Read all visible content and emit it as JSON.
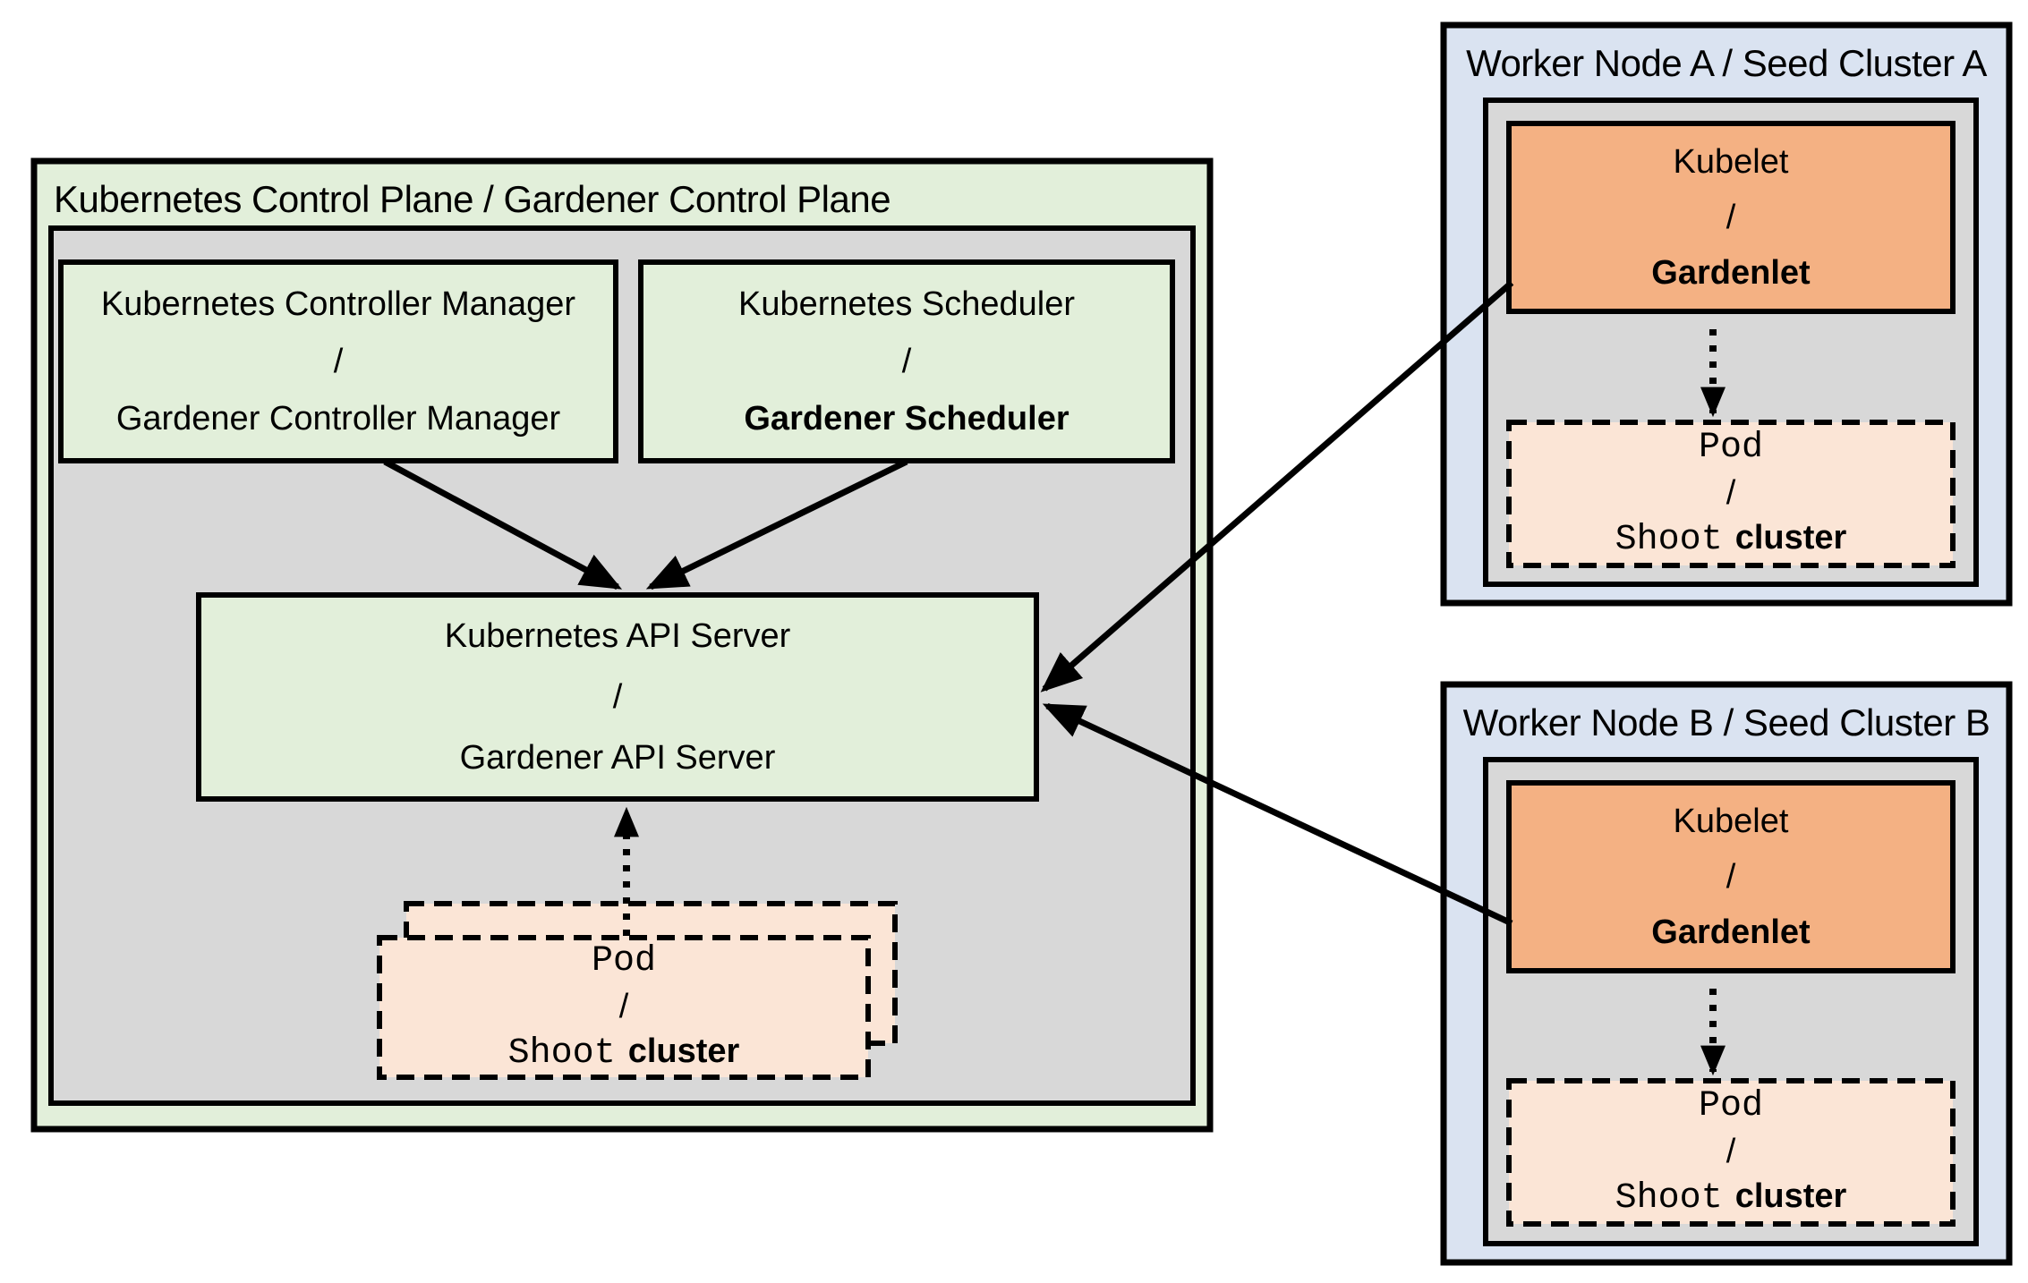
{
  "colors": {
    "canvas-bg": "#ffffff",
    "green": "#e2efda",
    "gray": "#d8d8d8",
    "blue": "#dae3f1",
    "orange": "#f4b183",
    "peach": "#fbe5d6",
    "line": "#000000"
  },
  "control_plane": {
    "title": "Kubernetes Control Plane / Gardener Control Plane",
    "controller_manager": {
      "line1": "Kubernetes Controller Manager",
      "separator": "/",
      "line2": "Gardener Controller Manager"
    },
    "scheduler": {
      "line1": "Kubernetes Scheduler",
      "separator": "/",
      "line2": "Gardener Scheduler"
    },
    "api_server": {
      "line1": "Kubernetes API Server",
      "separator": "/",
      "line2": "Gardener API Server"
    },
    "pod": {
      "line1": "Pod",
      "separator": "/",
      "line2_code": "Shoot",
      "line2_plain": "cluster"
    }
  },
  "worker_node_a": {
    "title": "Worker Node A / Seed Cluster A",
    "kubelet": {
      "line1": "Kubelet",
      "separator": "/",
      "line2": "Gardenlet"
    },
    "pod": {
      "line1": "Pod",
      "separator": "/",
      "line2_code": "Shoot",
      "line2_plain": "cluster"
    }
  },
  "worker_node_b": {
    "title": "Worker Node B / Seed Cluster B",
    "kubelet": {
      "line1": "Kubelet",
      "separator": "/",
      "line2": "Gardenlet"
    },
    "pod": {
      "line1": "Pod",
      "separator": "/",
      "line2_code": "Shoot",
      "line2_plain": "cluster"
    }
  }
}
